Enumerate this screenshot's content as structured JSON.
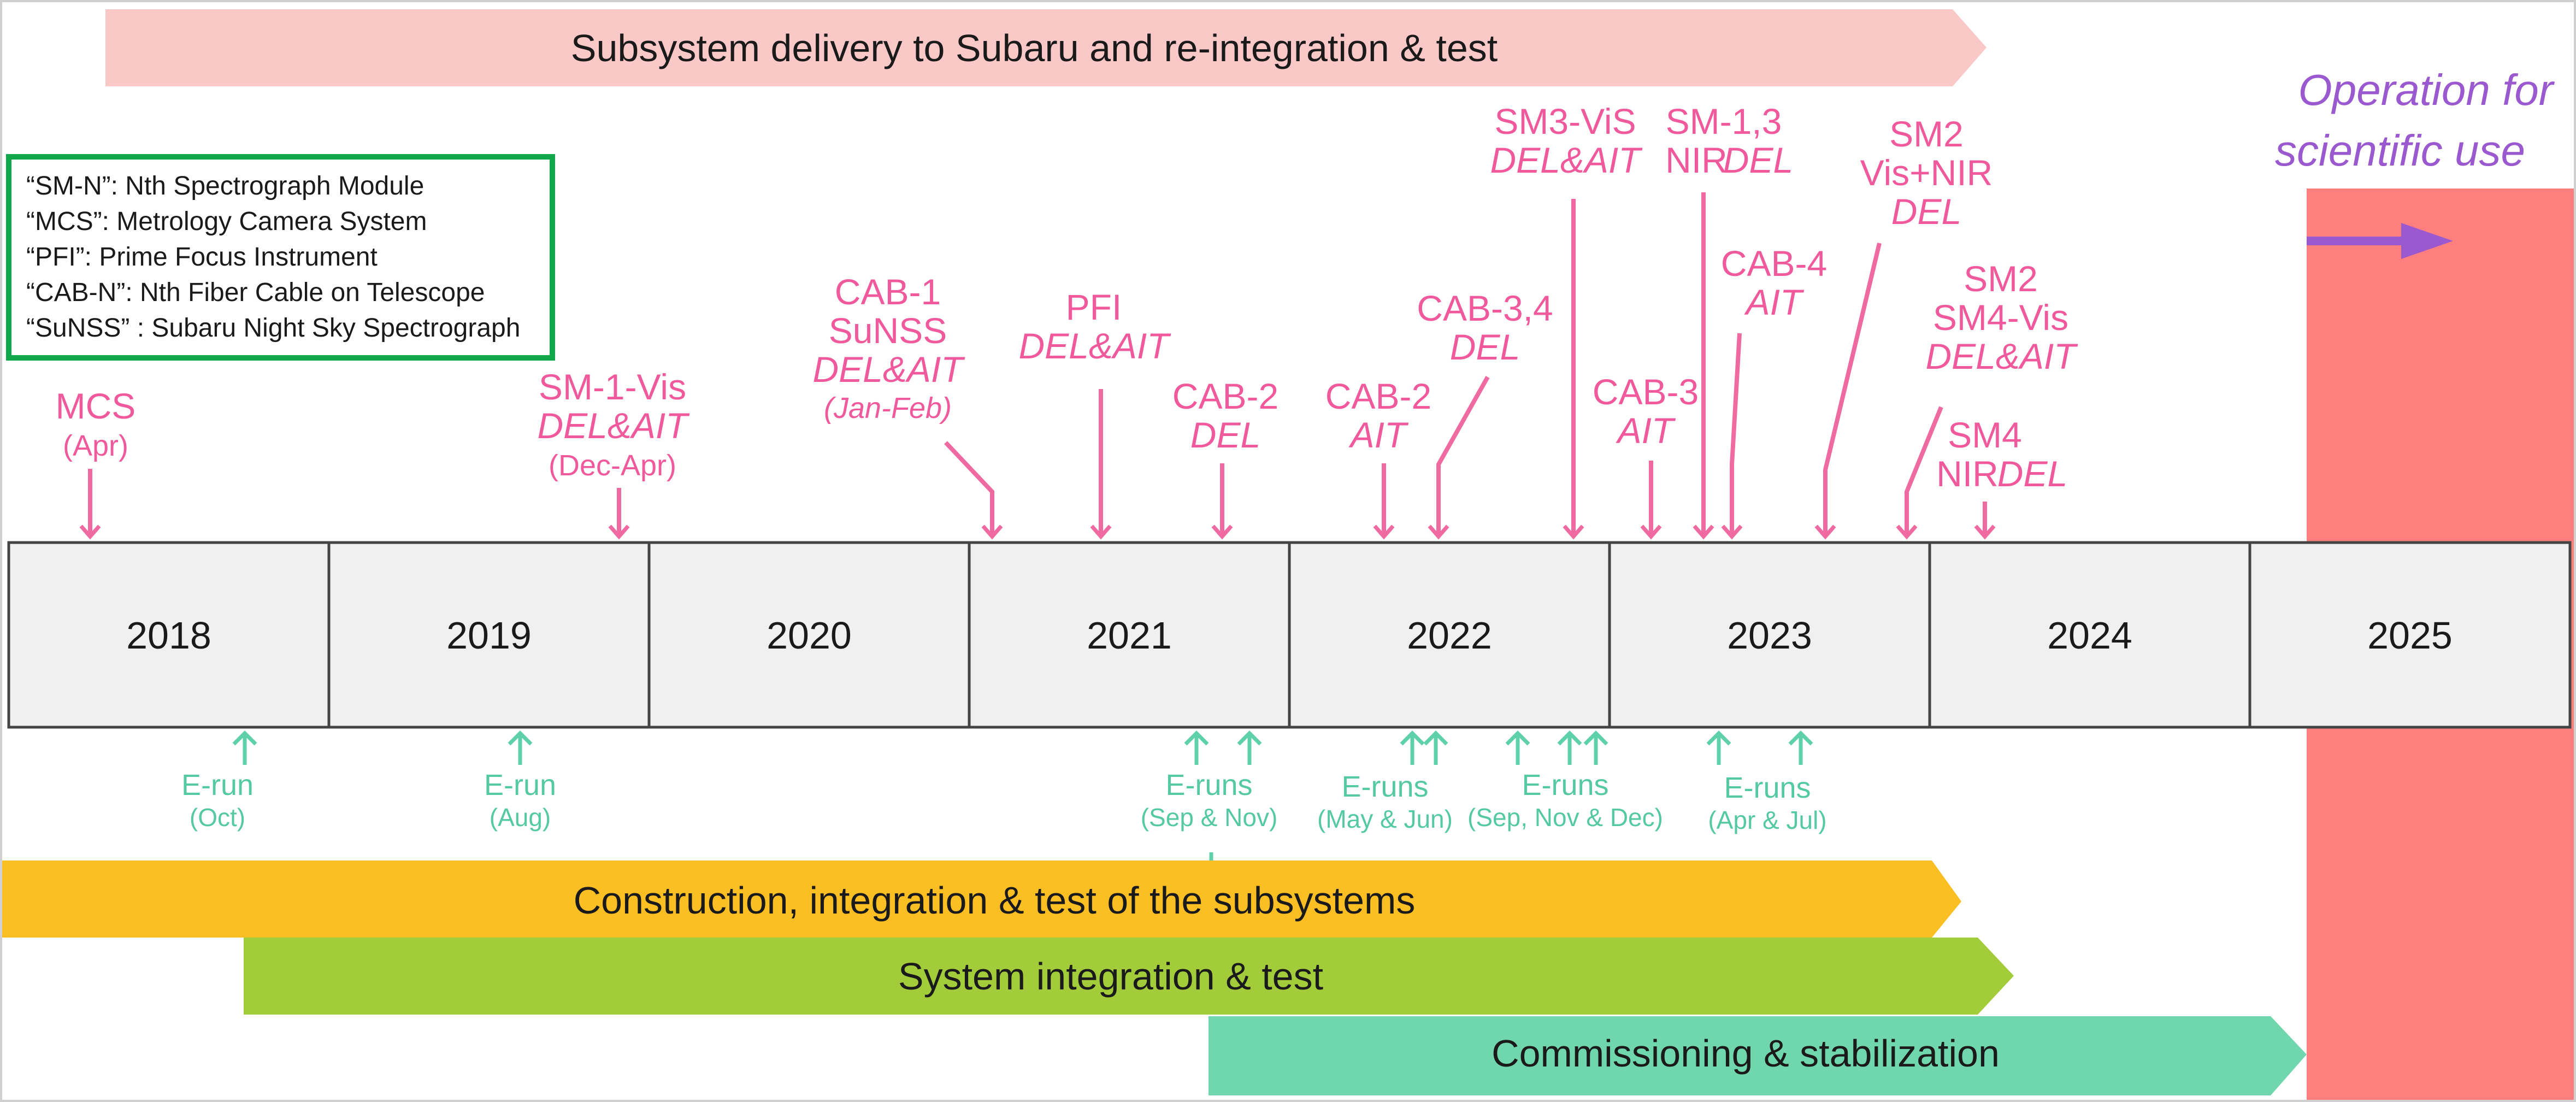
{
  "colors": {
    "pink_label": "#f05a9c",
    "pink_arrow": "#f06aa2",
    "teal_label": "#55c9a2",
    "teal_arrow": "#5ed1aa",
    "top_band": "#fbc8c8",
    "construction_band": "#fbbf24",
    "integration_band": "#a2cc3a",
    "commissioning_band": "#6fd6ad",
    "operation_band": "#ff7e7e",
    "operation_text": "#9b59d0",
    "legend_border": "#10a84a",
    "year_cell": "#f0f0f0"
  },
  "top_band": {
    "label": "Subsystem delivery to Subaru and re-integration & test"
  },
  "legend": {
    "items": [
      "“SM-N”: Nth Spectrograph Module",
      "“MCS”: Metrology Camera System",
      "“PFI”: Prime Focus Instrument",
      "“CAB-N”: Nth Fiber Cable on Telescope",
      "“SuNSS” : Subaru Night Sky Spectrograph"
    ]
  },
  "years": [
    "2018",
    "2019",
    "2020",
    "2021",
    "2022",
    "2023",
    "2024",
    "2025"
  ],
  "operation": {
    "line1": "Operation for",
    "line2": "scientific use"
  },
  "milestones": [
    {
      "id": "mcs",
      "lines": [
        "MCS",
        "(Apr)"
      ]
    },
    {
      "id": "sm1-vis",
      "lines": [
        "SM-1-Vis",
        "DEL&AIT",
        "(Dec-Apr)"
      ]
    },
    {
      "id": "cab1-sunss",
      "lines": [
        "CAB-1",
        "SuNSS",
        "DEL&AIT",
        "(Jan-Feb)"
      ]
    },
    {
      "id": "pfi",
      "lines": [
        "PFI",
        "DEL&AIT"
      ]
    },
    {
      "id": "cab2-del",
      "lines": [
        "CAB-2",
        "DEL"
      ]
    },
    {
      "id": "cab2-ait",
      "lines": [
        "CAB-2",
        "AIT"
      ]
    },
    {
      "id": "cab34-del",
      "lines": [
        "CAB-3,4",
        "DEL"
      ]
    },
    {
      "id": "sm3-vis",
      "lines": [
        "SM3-ViS",
        "DEL&AIT"
      ]
    },
    {
      "id": "cab3-ait",
      "lines": [
        "CAB-3",
        "AIT"
      ]
    },
    {
      "id": "sm13-nir",
      "lines": [
        "SM-1,3",
        "NIR",
        "DEL"
      ]
    },
    {
      "id": "cab4-ait",
      "lines": [
        "CAB-4",
        "AIT"
      ]
    },
    {
      "id": "sm2-visnir",
      "lines": [
        "SM2",
        "Vis+NIR",
        "DEL"
      ]
    },
    {
      "id": "sm2-sm4vis",
      "lines": [
        "SM2",
        "SM4-Vis",
        "DEL&AIT"
      ]
    },
    {
      "id": "sm4-nir",
      "lines": [
        "SM4",
        "NIR",
        "DEL"
      ]
    }
  ],
  "eruns": [
    {
      "id": "erun-2018",
      "lines": [
        "E-run",
        "(Oct)"
      ]
    },
    {
      "id": "erun-2019",
      "lines": [
        "E-run",
        "(Aug)"
      ]
    },
    {
      "id": "eruns-2021",
      "lines": [
        "E-runs",
        "(Sep & Nov)"
      ]
    },
    {
      "id": "eruns-2022a",
      "lines": [
        "E-runs",
        "(May & Jun)"
      ]
    },
    {
      "id": "eruns-2022b",
      "lines": [
        "E-runs",
        "(Sep, Nov & Dec)"
      ]
    },
    {
      "id": "eruns-2023",
      "lines": [
        "E-runs",
        "(Apr & Jul)"
      ]
    }
  ],
  "bands": {
    "construction": "Construction, integration & test of the subsystems",
    "integration": "System integration & test",
    "commissioning": "Commissioning & stabilization"
  }
}
